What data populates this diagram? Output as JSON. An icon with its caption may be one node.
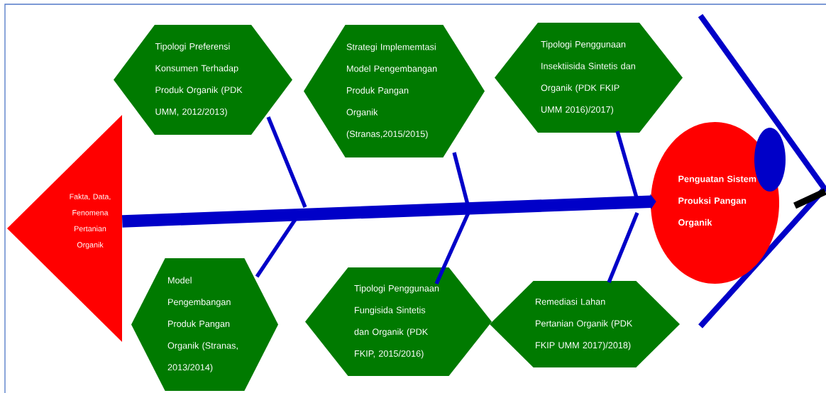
{
  "diagram": {
    "nodes": [
      {
        "text": [
          "Fakta, Data, Fenomena Pertanian Organik"
        ]
      },
      {
        "text": [
          "Tipologi Preferensi Konsumen Terhadap Produk Organik (PDK UMM, 2012/2013)"
        ]
      },
      {
        "text": [
          "Strategi Implememtasi Model Pengembangan Produk Pangan Organik (Stranas,2015/2015)"
        ]
      },
      {
        "text": [
          "Tipologi Penggunaan Insektiisida Sintetis dan Organik (PDK FKIP UMM 2016)/2017)"
        ]
      },
      {
        "text": [
          "Model Pengembangan Produk Pangan Organik (Stranas, 2013/2014)"
        ]
      },
      {
        "text": [
          "Tipologi Penggunaan Fungisida Sintetis dan Organik (PDK FKIP, 2015/2016)"
        ]
      },
      {
        "text": [
          "Remediasi Lahan Pertanian Organik (PDK FKIP UMM 2017)/2018)"
        ]
      },
      {
        "text": [
          "Penguatan Sistem Prouksi Pangan Organik"
        ]
      }
    ],
    "edges": [
      {
        "from": 0,
        "to": 7,
        "arrow": "to",
        "style": "thick"
      },
      {
        "from": 1,
        "to": null,
        "arrow": "none"
      },
      {
        "from": 2,
        "to": null,
        "arrow": "none"
      },
      {
        "from": 3,
        "to": null,
        "arrow": "none"
      },
      {
        "from": 4,
        "to": null,
        "arrow": "none"
      },
      {
        "from": 5,
        "to": null,
        "arrow": "none"
      },
      {
        "from": 6,
        "to": null,
        "arrow": "none"
      }
    ]
  }
}
